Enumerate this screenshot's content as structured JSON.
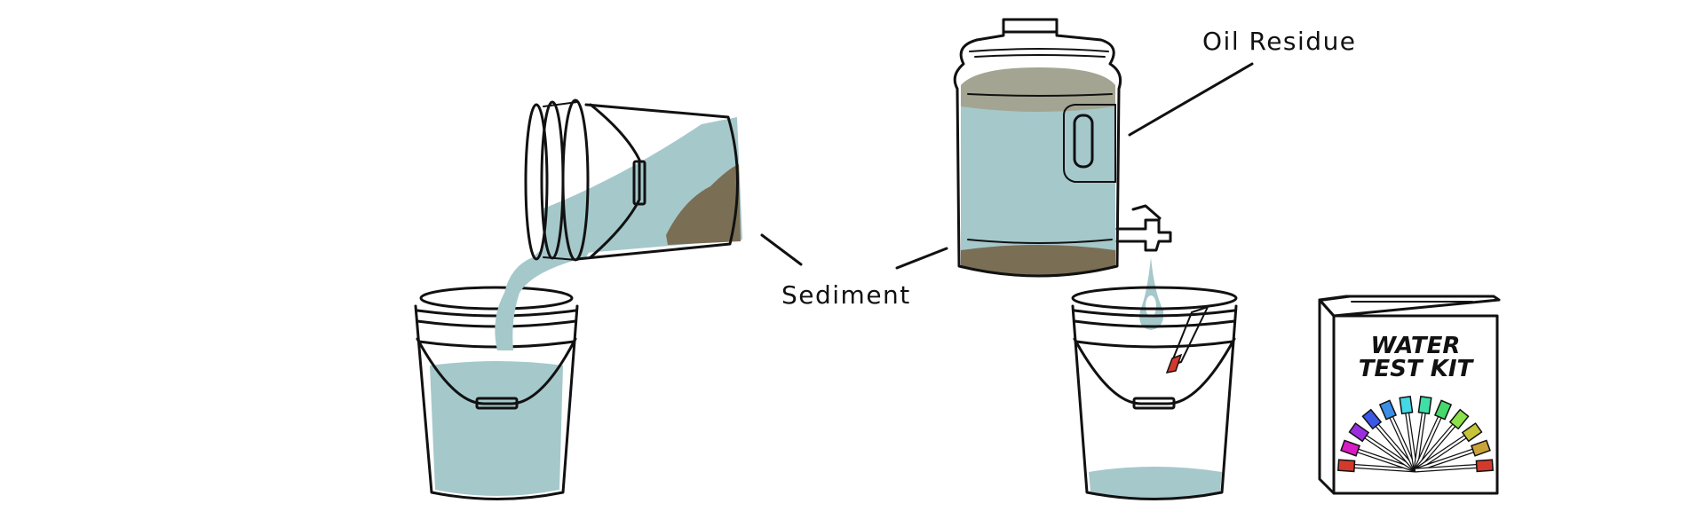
{
  "labels": {
    "sediment": "Sediment",
    "oil_residue": "Oil Residue"
  },
  "test_kit": {
    "title_line1": "WATER",
    "title_line2": "TEST KIT",
    "strip_colors": [
      "#d33a2c",
      "#d91cc4",
      "#9b2fe0",
      "#3d57e6",
      "#3b8fe8",
      "#44d7e6",
      "#3fe0a8",
      "#45d86a",
      "#8de04a",
      "#c8c43a",
      "#c9a23a",
      "#d33a2c"
    ]
  },
  "colors": {
    "water": "#a5c8cb",
    "sediment": "#7a6e55",
    "oil": "#a3a592",
    "outline": "#111111"
  }
}
